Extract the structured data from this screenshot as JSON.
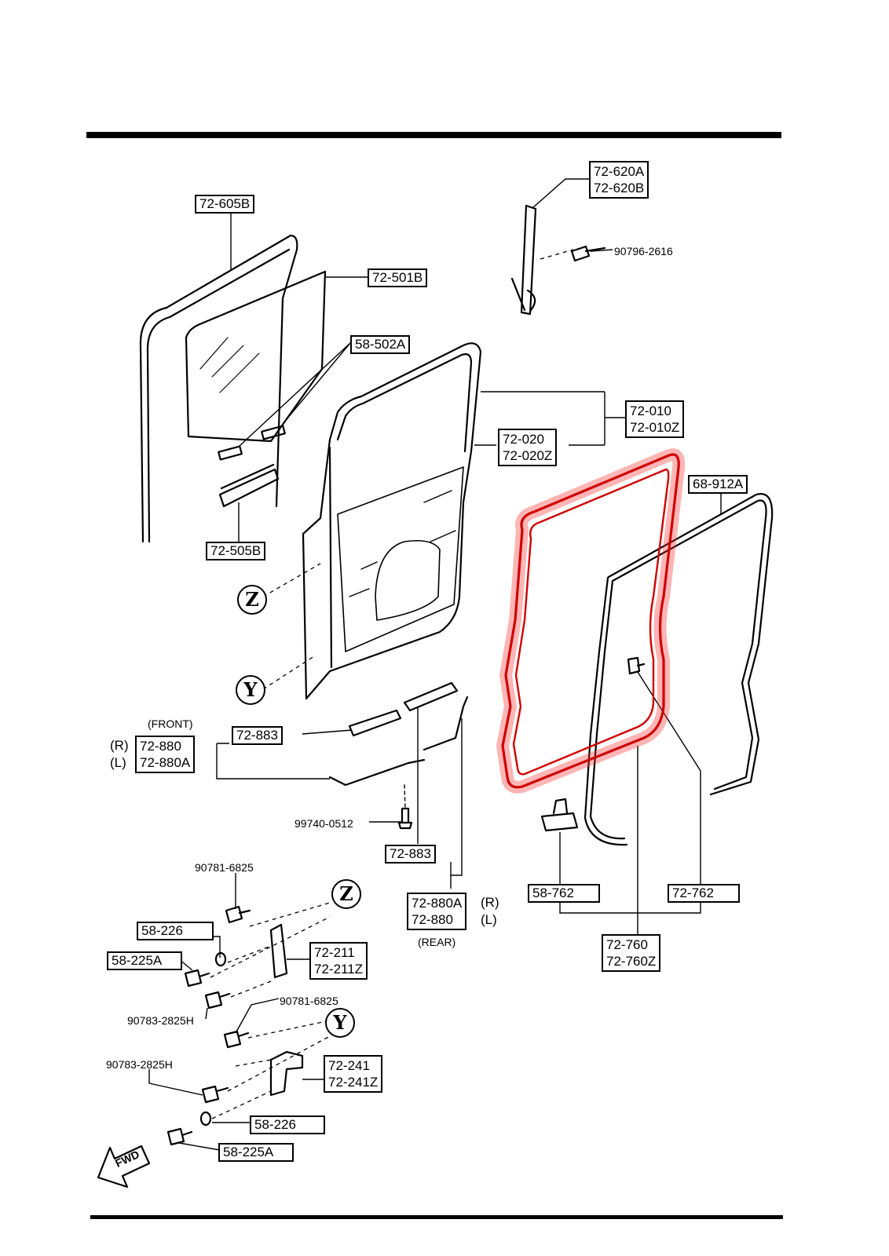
{
  "colors": {
    "ink": "#000000",
    "highlight": "#ff2a2a",
    "background": "#ffffff"
  },
  "labels": {
    "p72_605B": "72-605B",
    "p72_501B": "72-501B",
    "p58_502A": "58-502A",
    "p72_505B": "72-505B",
    "p72_620A": "72-620A",
    "p72_620B": "72-620B",
    "p90796_2616": "90796-2616",
    "p72_010": "72-010",
    "p72_010Z": "72-010Z",
    "p72_020": "72-020",
    "p72_020Z": "72-020Z",
    "p68_912A": "68-912A",
    "front": "(FRONT)",
    "r_front": "(R)",
    "l_front": "(L)",
    "p72_880": "72-880",
    "p72_880A": "72-880A",
    "p72_883_top": "72-883",
    "p99740_0512": "99740-0512",
    "p72_883_bottom": "72-883",
    "p72_880A_rear": "72-880A",
    "p72_880_rear": "72-880",
    "r_rear": "(R)",
    "l_rear": "(L)",
    "rear": "(REAR)",
    "p58_762": "58-762",
    "p72_762": "72-762",
    "p72_760": "72-760",
    "p72_760Z": "72-760Z",
    "p90781_6825_a": "90781-6825",
    "p58_226_a": "58-226",
    "p58_225A_a": "58-225A",
    "p72_211": "72-211",
    "p72_211Z": "72-211Z",
    "p90783_2825H_a": "90783-2825H",
    "p90781_6825_b": "90781-6825",
    "p90783_2825H_b": "90783-2825H",
    "p72_241": "72-241",
    "p72_241Z": "72-241Z",
    "p58_226_b": "58-226",
    "p58_225A_b": "58-225A",
    "fwd": "FWD"
  },
  "markers": {
    "z_upper": "Z",
    "y_upper": "Y",
    "z_lower": "Z",
    "y_lower": "Y"
  }
}
